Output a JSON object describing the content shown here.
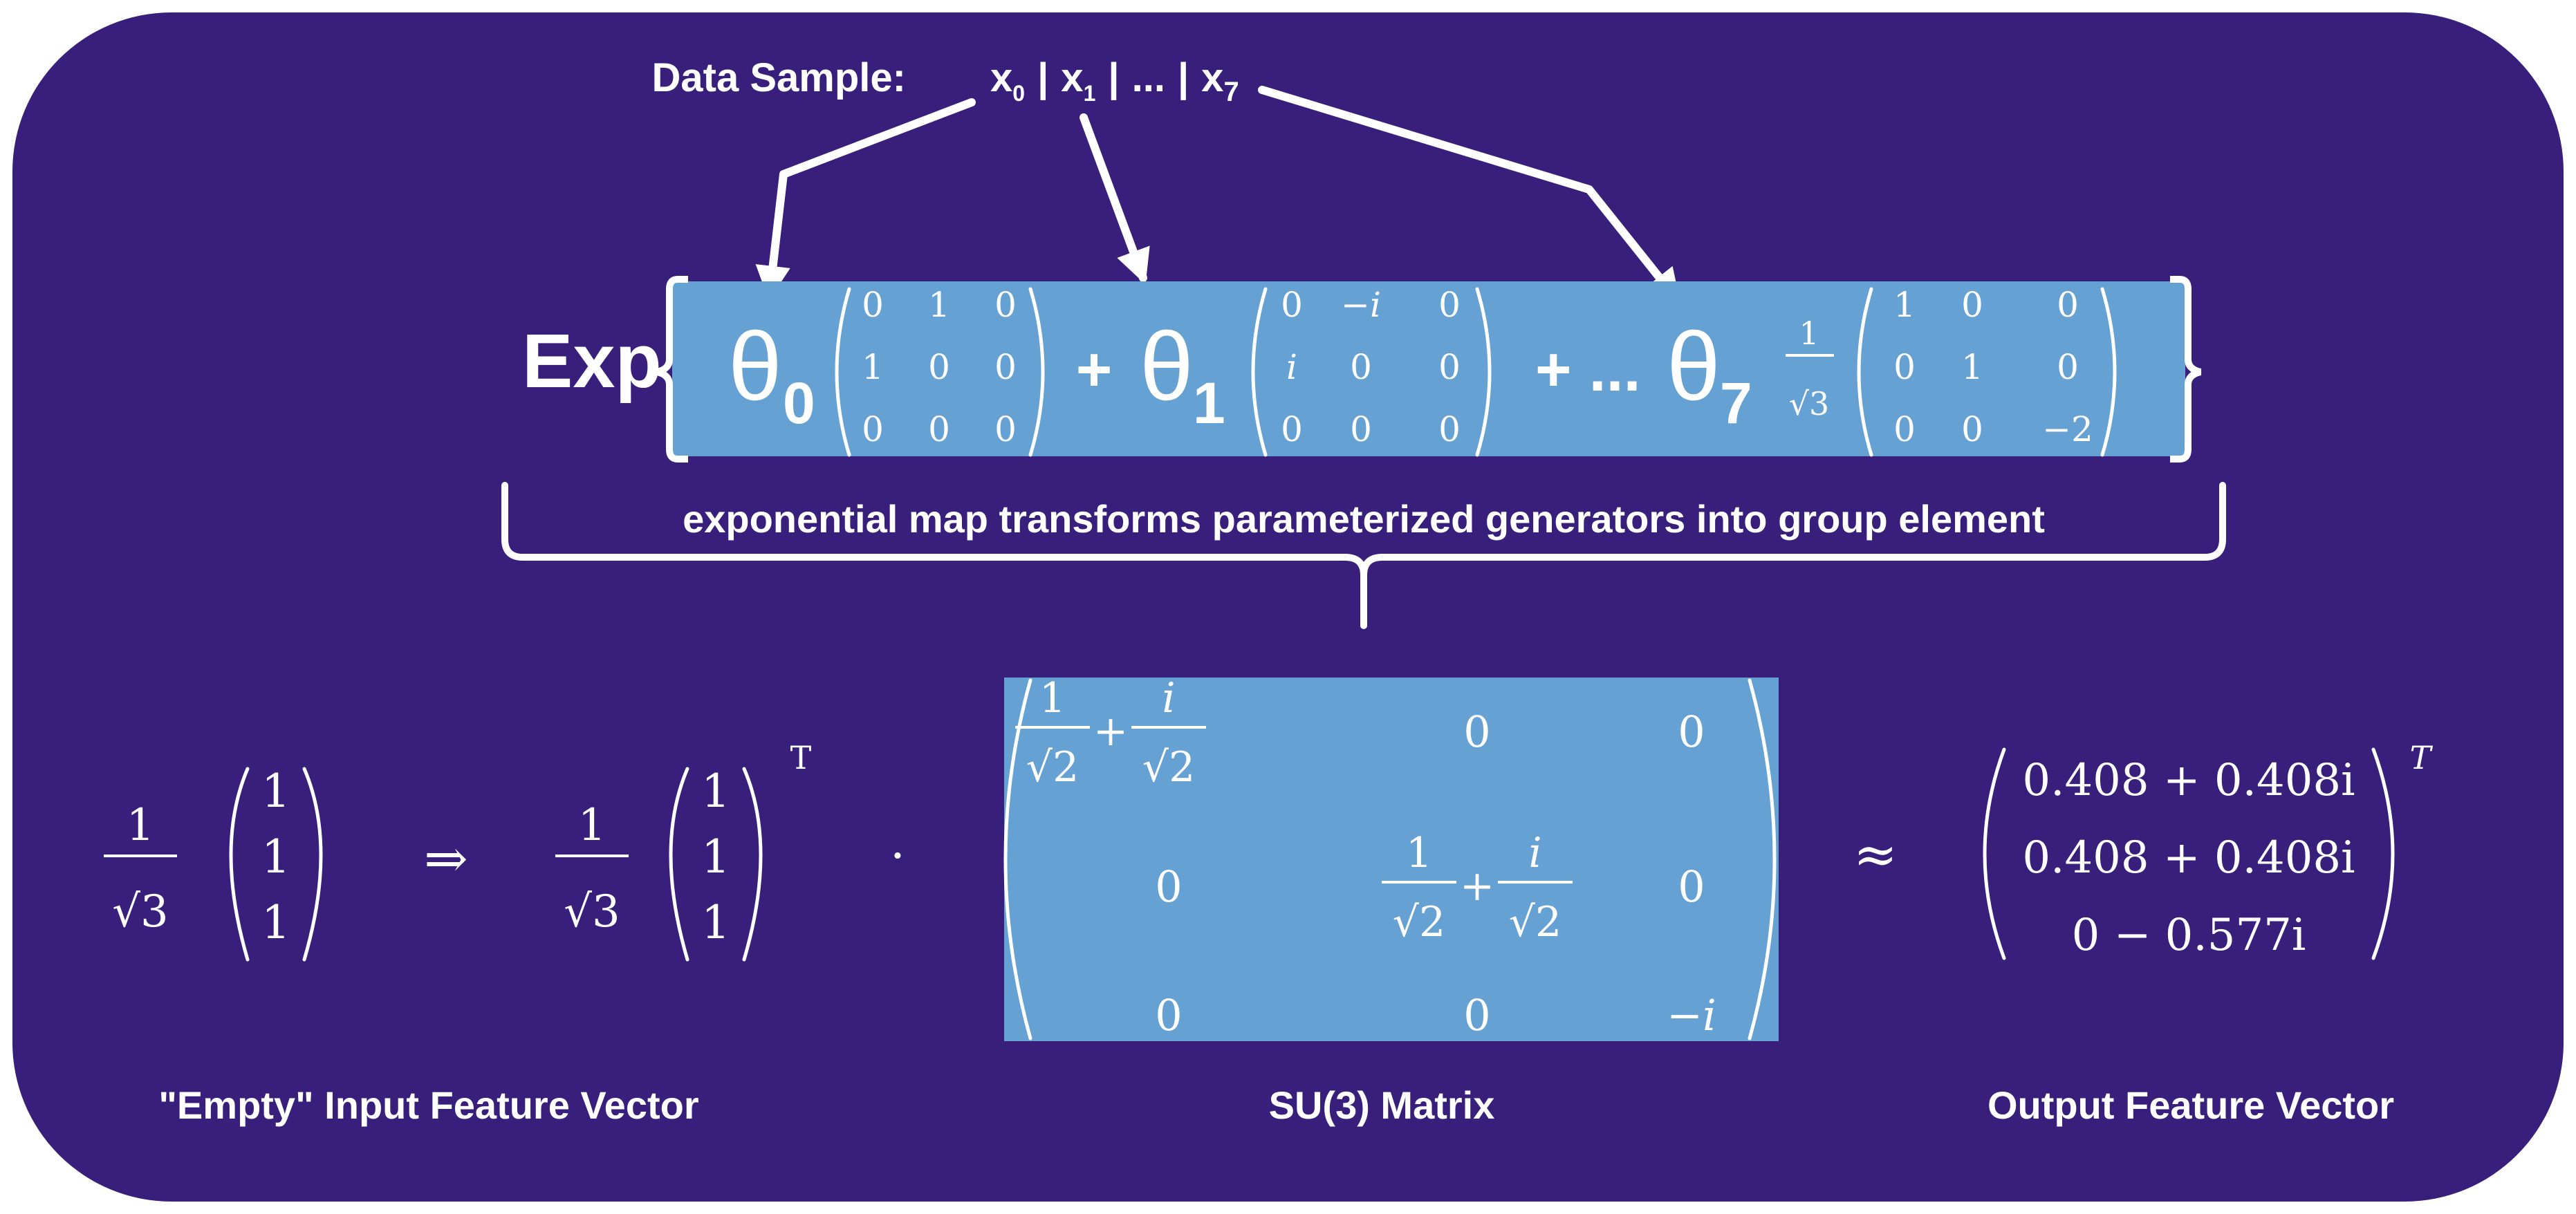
{
  "sample": {
    "label": "Data Sample:",
    "items": [
      "x",
      "0",
      "x",
      "1",
      "...",
      "x",
      "7"
    ],
    "separator": "|"
  },
  "exp": {
    "label": "Exp",
    "theta": "θ",
    "sub0": "0",
    "sub1": "1",
    "sub7": "7",
    "plus": "+",
    "ellipsis": "+ ...",
    "one": "1",
    "sqrt3": "√3",
    "matrix0": [
      [
        "0",
        "1",
        "0"
      ],
      [
        "1",
        "0",
        "0"
      ],
      [
        "0",
        "0",
        "0"
      ]
    ],
    "matrix1": [
      [
        "0",
        "−i",
        "0"
      ],
      [
        "i",
        "0",
        "0"
      ],
      [
        "0",
        "0",
        "0"
      ]
    ],
    "matrix7": [
      [
        "1",
        "0",
        "0"
      ],
      [
        "0",
        "1",
        "0"
      ],
      [
        "0",
        "0",
        "−2"
      ]
    ]
  },
  "caption": "exponential map transforms parameterized generators into group element",
  "bottom": {
    "input_coef_num": "1",
    "input_coef_den": "√3",
    "input_vec": [
      "1",
      "1",
      "1"
    ],
    "implies": "⇒",
    "transpose_upper": "T",
    "dot": "·",
    "approx": "≈",
    "su3": {
      "one": "1",
      "i": "i",
      "sqrt2": "√2",
      "plus": "+",
      "zero": "0",
      "minus_i": "−i"
    },
    "output_vec": [
      "0.408 + 0.408i",
      "0.408 + 0.408i",
      "0 − 0.577i"
    ],
    "transpose_italic": "T"
  },
  "labels": {
    "input": "\"Empty\" Input Feature Vector",
    "matrix": "SU(3) Matrix",
    "output": "Output Feature Vector"
  },
  "colors": {
    "background": "#391f7c",
    "panel": "#65a1d2",
    "text": "#ffffff"
  }
}
